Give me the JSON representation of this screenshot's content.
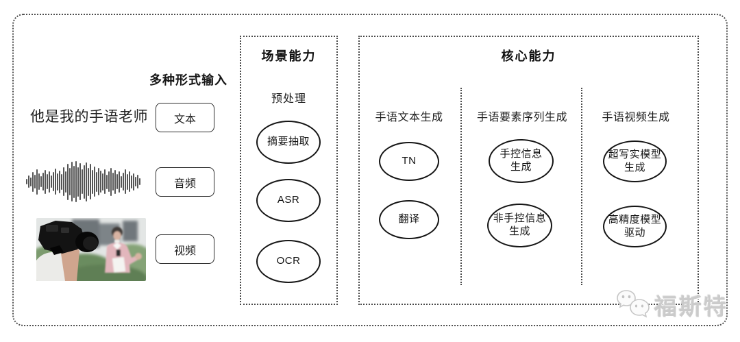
{
  "input_section": {
    "title": "多种形式输入",
    "sample_text": "他是我的手语老师",
    "buttons": [
      {
        "label": "文本"
      },
      {
        "label": "音频"
      },
      {
        "label": "视频"
      }
    ],
    "waveform_amplitudes": [
      0.14,
      0.3,
      0.22,
      0.48,
      0.34,
      0.62,
      0.4,
      0.26,
      0.44,
      0.58,
      0.36,
      0.52,
      0.3,
      0.46,
      0.64,
      0.42,
      0.55,
      0.38,
      0.7,
      0.52,
      0.88,
      0.66,
      0.97,
      0.78,
      1.0,
      0.72,
      0.9,
      0.6,
      0.82,
      0.95,
      0.68,
      0.86,
      0.58,
      0.74,
      0.48,
      0.66,
      0.54,
      0.42,
      0.6,
      0.35,
      0.5,
      0.68,
      0.44,
      0.58,
      0.36,
      0.52,
      0.28,
      0.44,
      0.6,
      0.38,
      0.5,
      0.32,
      0.42,
      0.24,
      0.34,
      0.16
    ],
    "thumbnail_description": "camera-filming-reporter-photo"
  },
  "scene_box": {
    "title": "场景能力",
    "subtitle": "预处理",
    "nodes": [
      "摘要抽取",
      "ASR",
      "OCR"
    ]
  },
  "core_box": {
    "title": "核心能力",
    "columns": [
      {
        "header": "手语文本生成",
        "nodes": [
          "TN",
          "翻译"
        ]
      },
      {
        "header": "手语要素序列生成",
        "nodes": [
          "手控信息\n生成",
          "非手控信息\n生成"
        ]
      },
      {
        "header": "手语视频生成",
        "nodes": [
          "超写实模型\n生成",
          "高精度模型\n驱动"
        ]
      }
    ]
  },
  "watermark": {
    "text": "福斯特"
  },
  "colors": {
    "border": "#4a4a4a",
    "node_border": "#151515",
    "watermark_gray": "#cbcbcb",
    "background": "#ffffff"
  }
}
